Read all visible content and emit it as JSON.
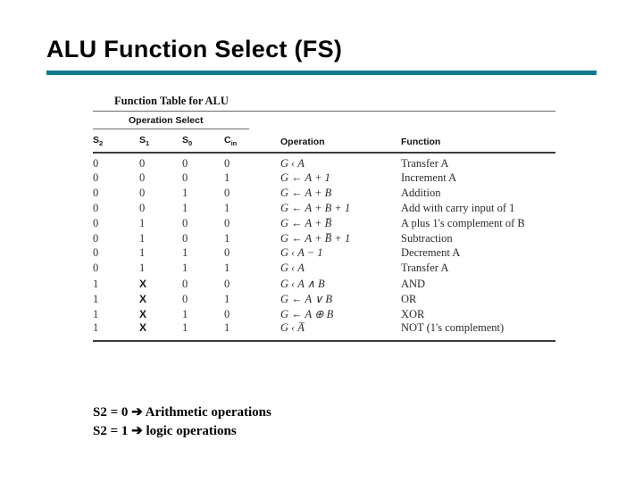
{
  "slide": {
    "title": "ALU Function Select (FS)",
    "accent_color": "#0f7a8a"
  },
  "table": {
    "caption": "Function Table for ALU",
    "group_header": "Operation Select",
    "headers": {
      "s2": "S",
      "s2_sub": "2",
      "s1": "S",
      "s1_sub": "1",
      "s0": "S",
      "s0_sub": "0",
      "cin": "C",
      "cin_sub": "in",
      "operation": "Operation",
      "function": "Function"
    },
    "rows": [
      {
        "s2": "0",
        "s1": "0",
        "s0": "0",
        "cin": "0",
        "operation": "G ‹ A",
        "function": "Transfer A"
      },
      {
        "s2": "0",
        "s1": "0",
        "s0": "0",
        "cin": "1",
        "operation": "G ← A + 1",
        "function": "Increment A"
      },
      {
        "s2": "0",
        "s1": "0",
        "s0": "1",
        "cin": "0",
        "operation": "G ← A + B",
        "function": "Addition"
      },
      {
        "s2": "0",
        "s1": "0",
        "s0": "1",
        "cin": "1",
        "operation": "G ← A + B + 1",
        "function": "Add with carry input of 1"
      },
      {
        "s2": "0",
        "s1": "1",
        "s0": "0",
        "cin": "0",
        "operation": "G ← A + B̅",
        "function": "A plus 1's complement of B"
      },
      {
        "s2": "0",
        "s1": "1",
        "s0": "0",
        "cin": "1",
        "operation": "G ← A + B̅ + 1",
        "function": "Subtraction"
      },
      {
        "s2": "0",
        "s1": "1",
        "s0": "1",
        "cin": "0",
        "operation": "G ‹ A − 1",
        "function": "Decrement A"
      },
      {
        "s2": "0",
        "s1": "1",
        "s0": "1",
        "cin": "1",
        "operation": "G ‹ A",
        "function": "Transfer A"
      },
      {
        "s2": "1",
        "s1": "X",
        "s0": "0",
        "cin": "0",
        "operation": "G ‹ A ∧ B",
        "function": "AND"
      },
      {
        "s2": "1",
        "s1": "X",
        "s0": "0",
        "cin": "1",
        "operation": "G ← A ∨ B",
        "function": "OR"
      },
      {
        "s2": "1",
        "s1": "X",
        "s0": "1",
        "cin": "0",
        "operation": "G ← A ⊕ B",
        "function": "XOR"
      },
      {
        "s2": "1",
        "s1": "X",
        "s0": "1",
        "cin": "1",
        "operation": "G ‹ A̅",
        "function": "NOT (1's complement)"
      }
    ]
  },
  "notes": {
    "line1": "S2 = 0 ➔ Arithmetic operations",
    "line2": "S2 = 1 ➔ logic operations"
  }
}
